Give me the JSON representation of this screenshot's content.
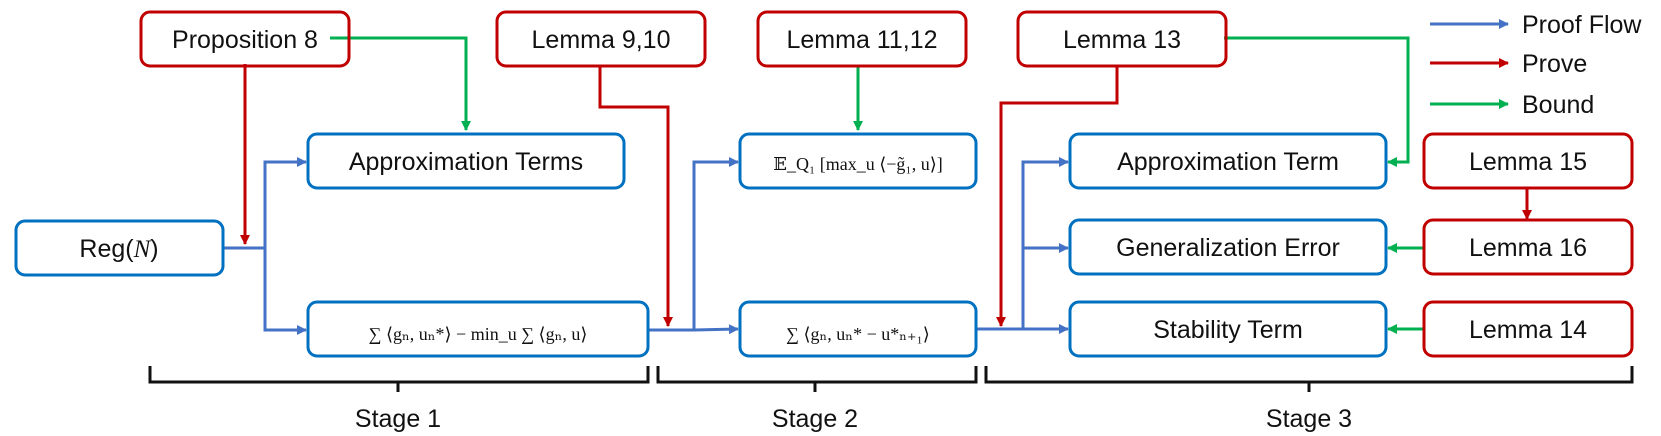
{
  "boxes": {
    "proposition_8": "Proposition 8",
    "lemma_9_10": "Lemma 9,10",
    "lemma_11_12": "Lemma 11,12",
    "lemma_13": "Lemma 13",
    "lemma_14": "Lemma 14",
    "lemma_15": "Lemma 15",
    "lemma_16": "Lemma 16",
    "reg": "Reg(",
    "reg_var": "N",
    "reg_close": ")",
    "approximation_terms": "Approximation Terms",
    "approximation_term": "Approximation Term",
    "generalization_error": "Generalization Error",
    "stability_term": "Stability Term"
  },
  "formulas": {
    "stage1_regret": "∑ ⟨gₙ, uₙ*⟩ − min_u ∑ ⟨gₙ, u⟩",
    "stage2_expectation": "𝔼_Q₁ [max_u ⟨−g̃₁, u⟩]",
    "stage2_stability": "∑ ⟨gₙ, uₙ* − u*ₙ₊₁⟩"
  },
  "stages": [
    "Stage 1",
    "Stage 2",
    "Stage 3"
  ],
  "legend": {
    "proof_flow": "Proof Flow",
    "prove": "Prove",
    "bound": "Bound"
  },
  "colors": {
    "proof_flow": "#4472c4",
    "prove": "#c00000",
    "bound": "#00b050",
    "box_blue": "#0070c0",
    "box_red": "#c00000"
  }
}
